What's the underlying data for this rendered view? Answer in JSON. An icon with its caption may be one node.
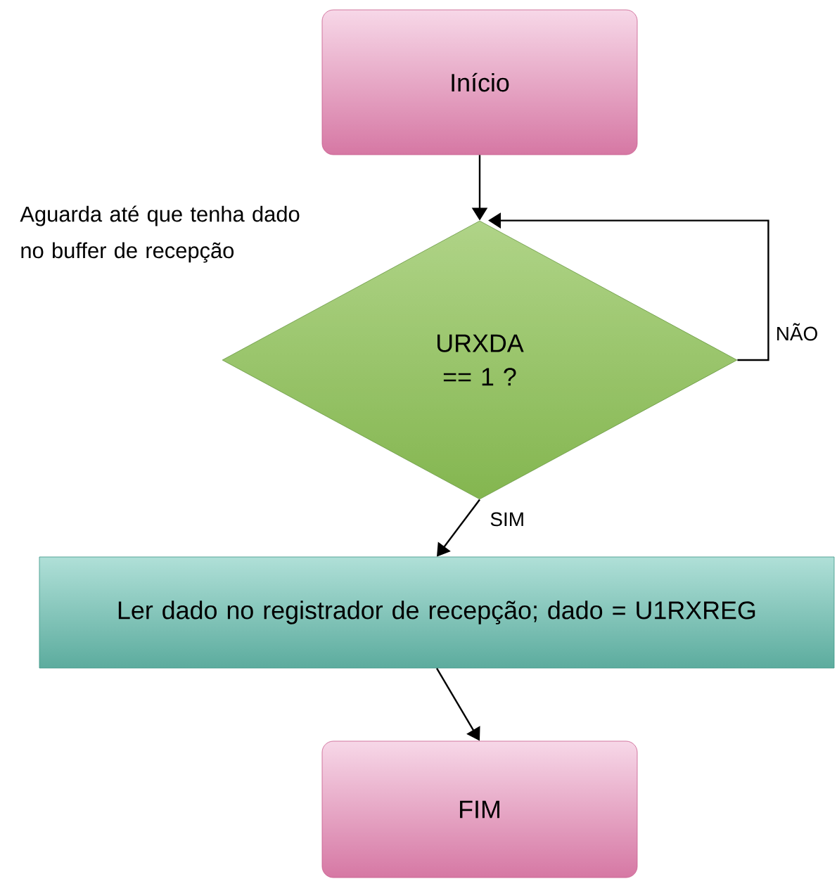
{
  "diagram": {
    "nodes": [
      {
        "text": [
          "Início"
        ]
      },
      {
        "text": [
          "URXDA == 1 ?"
        ]
      },
      {
        "text": [
          "Ler dado no registrador de recepção; dado = U1RXREG"
        ]
      },
      {
        "text": [
          "FIM"
        ]
      }
    ],
    "edges": [
      {
        "from": 0,
        "to": 1,
        "arrow": "to"
      },
      {
        "from": 1,
        "to": 1,
        "arrow": "to",
        "label": "NÃO"
      },
      {
        "from": 1,
        "to": 2,
        "arrow": "to",
        "label": "SIM"
      },
      {
        "from": 2,
        "to": 3,
        "arrow": "to"
      }
    ],
    "labels": [
      "Aguarda até que tenha dado no buffer de recepção"
    ]
  }
}
